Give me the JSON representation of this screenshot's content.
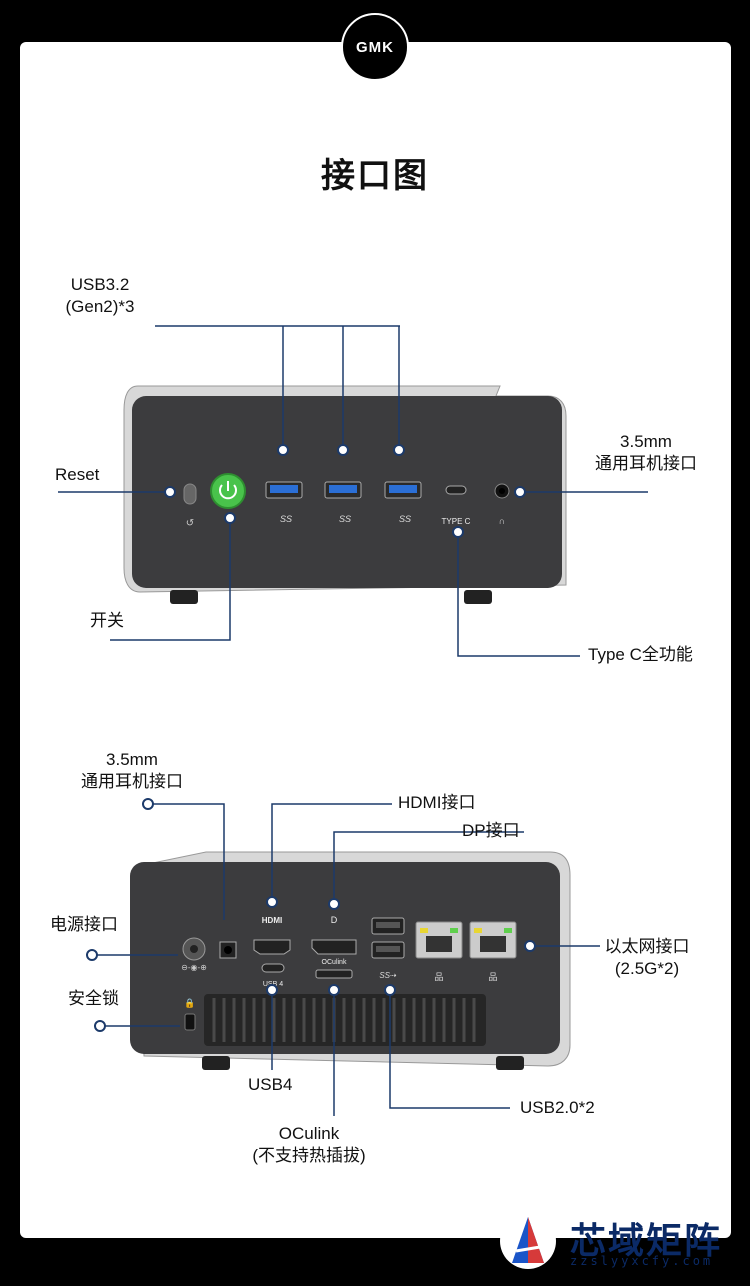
{
  "brand": {
    "logo": "GMK"
  },
  "title": "接口图",
  "front": {
    "usb_label_1": "USB3.2",
    "usb_label_2": "(Gen2)*3",
    "reset": "Reset",
    "power": "开关",
    "audio_1": "3.5mm",
    "audio_2": "通用耳机接口",
    "typec": "Type C全功能",
    "typec_port_text": "TYPE C",
    "ss_text": "SS"
  },
  "rear": {
    "audio_1": "3.5mm",
    "audio_2": "通用耳机接口",
    "hdmi": "HDMI接口",
    "dp": "DP接口",
    "power_in": "电源接口",
    "lock": "安全锁",
    "ethernet_1": "以太网接口",
    "ethernet_2": "(2.5G*2)",
    "usb4": "USB4",
    "usb4_port_text": "USB 4",
    "oculink_1": "OCulink",
    "oculink_2": "(不支持热插拔)",
    "oculink_port_text": "OCulink",
    "hdmi_port_text": "HDMI",
    "usb2": "USB2.0*2"
  },
  "watermark": {
    "title": "芯域矩阵",
    "subtitle": "zzslyyxcfy.com"
  }
}
